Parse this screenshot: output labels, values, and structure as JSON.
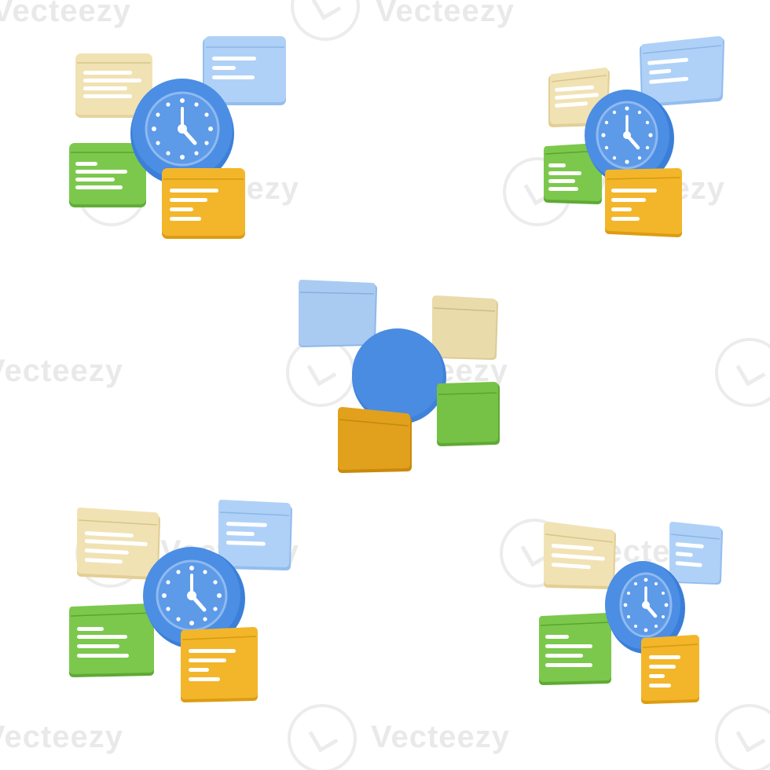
{
  "watermark": {
    "text": "Vecteezy"
  },
  "illustrations": [
    {
      "id": "top-left",
      "variant": "front-view",
      "icon": "clock-with-windows-icon"
    },
    {
      "id": "top-right",
      "variant": "side-view",
      "icon": "clock-with-windows-icon"
    },
    {
      "id": "center",
      "variant": "back-view",
      "icon": "clock-with-windows-back-icon"
    },
    {
      "id": "bottom-left",
      "variant": "angled-view",
      "icon": "clock-with-windows-icon"
    },
    {
      "id": "bottom-right",
      "variant": "angled-side-view",
      "icon": "clock-with-windows-icon"
    }
  ],
  "colors": {
    "background": "#ffffff",
    "clock_face": "#5a98e6",
    "clock_rim": "#3f82da",
    "clock_marks": "#ffffff",
    "window_blue": "#a9cdf5",
    "window_beige": "#eedfae",
    "window_green": "#78c548",
    "window_yellow": "#f2b524",
    "text_lines": "#ffffff"
  }
}
